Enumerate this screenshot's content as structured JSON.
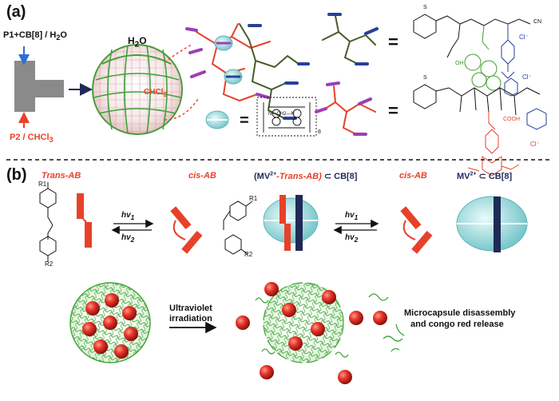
{
  "panel_a": {
    "label": "(a)",
    "solvent_top": "H2O",
    "p1_label": "P1+CB[8] / H",
    "p1_sub": "2",
    "p1_tail": "O",
    "p2_label": "P2 / CHCl",
    "p2_sub": "3",
    "capsule_top": "H",
    "capsule_top_sub": "2",
    "capsule_top_tail": "O",
    "capsule_inner": "CHCl",
    "capsule_inner_sub": "3",
    "equals": "=",
    "cb8_inner": "N—CH2—N",
    "cb8_sub": "8",
    "cl_label": "Cl⁻",
    "cooh_label": "COOH",
    "s_label": "S",
    "cn_label": "CN",
    "oh_label": "OH"
  },
  "panel_b": {
    "label": "(b)",
    "trans_ab": "Trans-AB",
    "cis_ab": "cis-AB",
    "mv_trans_pre": "(MV",
    "mv_trans_sup": "2+",
    "mv_trans_mid": "-Trans-AB)",
    "mv_trans_post": " ⊂ CB[8]",
    "cis_ab_2": "cis-AB",
    "mv_cb8_pre": "MV",
    "mv_cb8_sup": "2+",
    "mv_cb8_post": " ⊂ CB[8]",
    "r1": "R1",
    "r2": "R2",
    "hv1": "hv",
    "hv1_sub": "1",
    "hv2": "hv",
    "hv2_sub": "2",
    "uv_line1": "Ultraviolet",
    "uv_line2": "irradiation",
    "release_line1": "Microcapsule disassembly",
    "release_line2": "and congo red release"
  },
  "colors": {
    "red": "#e8412a",
    "navy": "#1f2a57",
    "green": "#3f9a2b",
    "cyan": "#7fd0d4",
    "gray": "#8a8a8a",
    "purple": "#9b3fb5",
    "blue": "#2a3f9b"
  }
}
